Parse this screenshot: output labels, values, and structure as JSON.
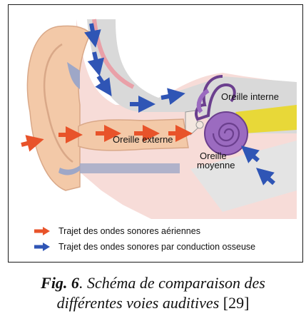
{
  "labels": {
    "outer_ear": "Oreille externe",
    "middle_ear_line1": "Oreille",
    "middle_ear_line2": "moyenne",
    "inner_ear": "Oreille interne"
  },
  "legend": [
    {
      "text": "Trajet des ondes sonores aériennes",
      "color": "#e8532a",
      "icon": "orange-arrow-icon"
    },
    {
      "text": "Trajet des ondes sonores par conduction osseuse",
      "color": "#2f55b5",
      "icon": "blue-arrow-icon"
    }
  ],
  "caption": {
    "fig_label": "Fig. 6",
    "title_line1": ". Schéma de comparaison des",
    "title_line2": "différentes voies auditives",
    "ref": "[29]"
  },
  "colors": {
    "air_arrow": "#e8532a",
    "bone_arrow": "#2f55b5",
    "skin": "#f3c9a8",
    "bone_gray": "#bdbdbd",
    "cochlea": "#9b6bc0",
    "nerve": "#e8d838"
  }
}
